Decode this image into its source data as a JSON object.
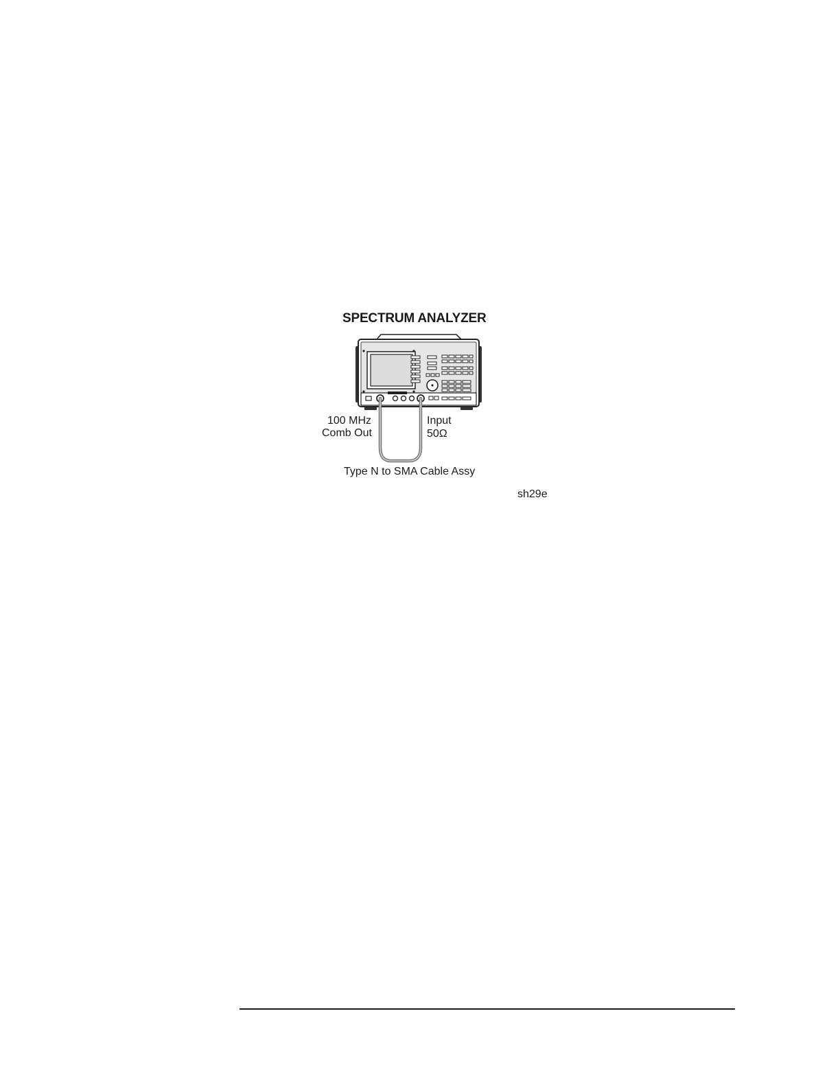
{
  "figure": {
    "title": "SPECTRUM ANALYZER",
    "labels": {
      "comb_out_line1": "100 MHz",
      "comb_out_line2": "Comb Out",
      "input_line1": "Input",
      "input_line2": "50Ω",
      "cable": "Type N to SMA Cable Assy"
    },
    "figure_id": "sh29e"
  }
}
